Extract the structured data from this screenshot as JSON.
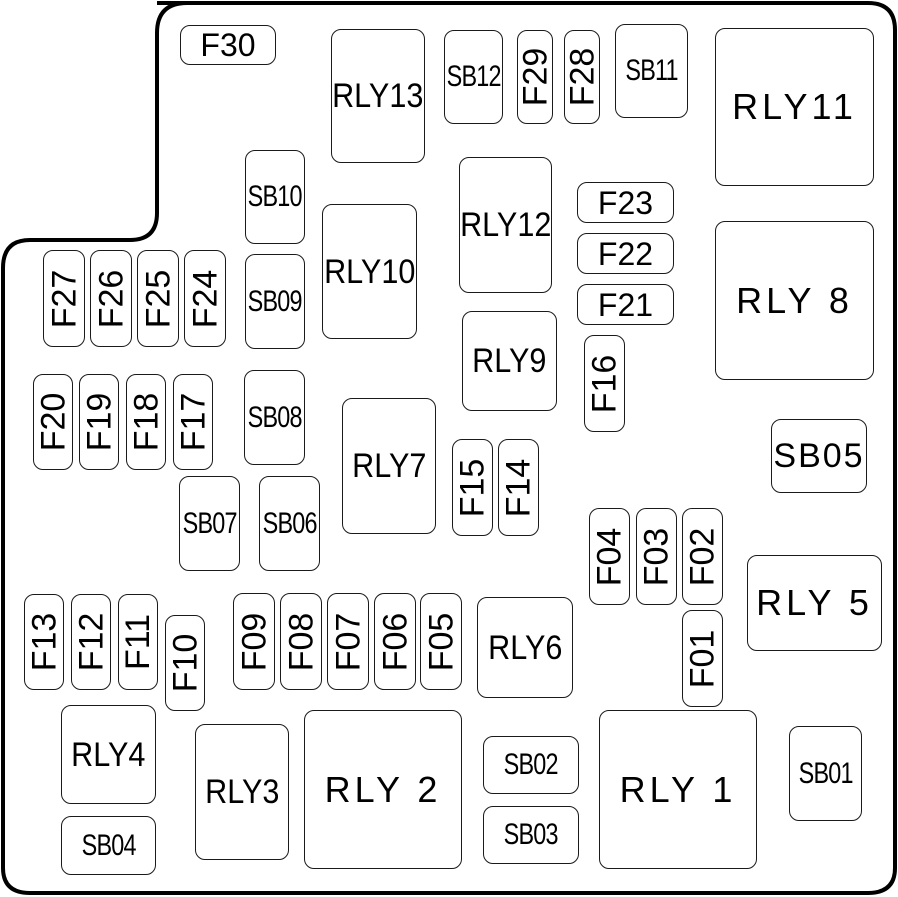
{
  "diagram": {
    "title": "Fuse and relay box layout",
    "colors": {
      "stroke": "#1a1a1a",
      "background": "#ffffff",
      "text": "#000000"
    },
    "components": {
      "F30": "F30",
      "RLY13": "RLY13",
      "SB12": "SB12",
      "F29": "F29",
      "F28": "F28",
      "SB11": "SB11",
      "RLY11": "RLY11",
      "SB10": "SB10",
      "SB09": "SB09",
      "RLY10": "RLY10",
      "RLY12": "RLY12",
      "F23": "F23",
      "F22": "F22",
      "F21": "F21",
      "RLY8": "RLY 8",
      "F27": "F27",
      "F26": "F26",
      "F25": "F25",
      "F24": "F24",
      "RLY9": "RLY9",
      "F16": "F16",
      "F20": "F20",
      "F19": "F19",
      "F18": "F18",
      "F17": "F17",
      "SB08": "SB08",
      "RLY7": "RLY7",
      "F15": "F15",
      "F14": "F14",
      "SB05": "SB05",
      "SB07": "SB07",
      "SB06": "SB06",
      "F04": "F04",
      "F03": "F03",
      "F02": "F02",
      "RLY5": "RLY 5",
      "F01": "F01",
      "F13": "F13",
      "F12": "F12",
      "F11": "F11",
      "F10": "F10",
      "F09": "F09",
      "F08": "F08",
      "F07": "F07",
      "F06": "F06",
      "F05": "F05",
      "RLY6": "RLY6",
      "RLY4": "RLY4",
      "SB04": "SB04",
      "RLY3": "RLY3",
      "RLY2": "RLY 2",
      "SB02": "SB02",
      "SB03": "SB03",
      "RLY1": "RLY 1",
      "SB01": "SB01"
    }
  }
}
